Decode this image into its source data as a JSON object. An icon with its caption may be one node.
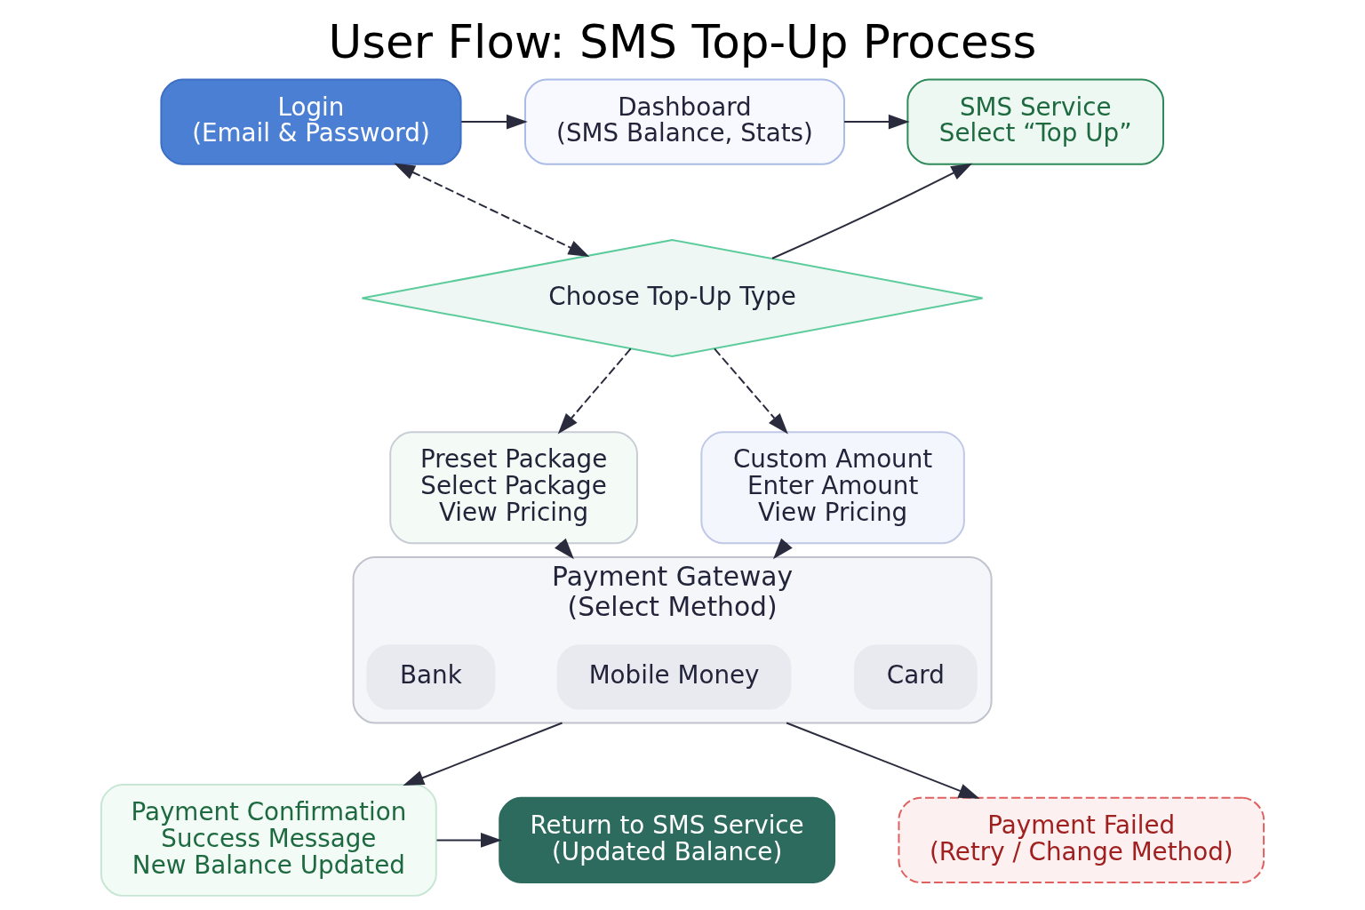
{
  "diagram": {
    "title": "User Flow: SMS Top-Up Process",
    "nodes": [
      {
        "text": [
          "Login",
          "(Email & Password)"
        ]
      },
      {
        "text": [
          "Dashboard",
          "(SMS Balance, Stats)"
        ]
      },
      {
        "text": [
          "SMS Service",
          "Select “Top Up”"
        ]
      },
      {
        "text": [
          "Choose Top-Up Type"
        ]
      },
      {
        "text": [
          "Preset Package",
          "Select Package",
          "View Pricing"
        ]
      },
      {
        "text": [
          "Custom Amount",
          "Enter Amount",
          "View Pricing"
        ]
      },
      {
        "text": [
          "Payment Gateway",
          "(Select Method)"
        ]
      },
      {
        "text": [
          "Card"
        ],
        "in": 6
      },
      {
        "text": [
          "Mobile Money"
        ],
        "in": 6
      },
      {
        "text": [
          "Bank"
        ],
        "in": 6
      },
      {
        "text": [
          "Payment Confirmation",
          "Success Message",
          "New Balance Updated"
        ]
      },
      {
        "text": [
          "Return to SMS Service",
          "(Updated Balance)"
        ]
      },
      {
        "text": [
          "Payment Failed",
          "(Retry / Change Method)"
        ]
      }
    ],
    "edges": [
      {
        "from": 0,
        "to": 1,
        "arrow": "to"
      },
      {
        "from": 1,
        "to": 2,
        "arrow": "to"
      },
      {
        "from": 3,
        "to": 2,
        "arrow": "to"
      },
      {
        "from": 0,
        "to": 3,
        "arrow": "both",
        "style": "dashed"
      },
      {
        "from": 3,
        "to": 4,
        "arrow": "to",
        "style": "dashed"
      },
      {
        "from": 3,
        "to": 5,
        "arrow": "to",
        "style": "dashed"
      },
      {
        "from": 4,
        "to": 6,
        "arrow": "to"
      },
      {
        "from": 5,
        "to": 6,
        "arrow": "to"
      },
      {
        "from": 6,
        "to": 10,
        "arrow": "to"
      },
      {
        "from": 10,
        "to": 11,
        "arrow": "to"
      },
      {
        "from": 6,
        "to": 12,
        "arrow": "to"
      }
    ]
  }
}
